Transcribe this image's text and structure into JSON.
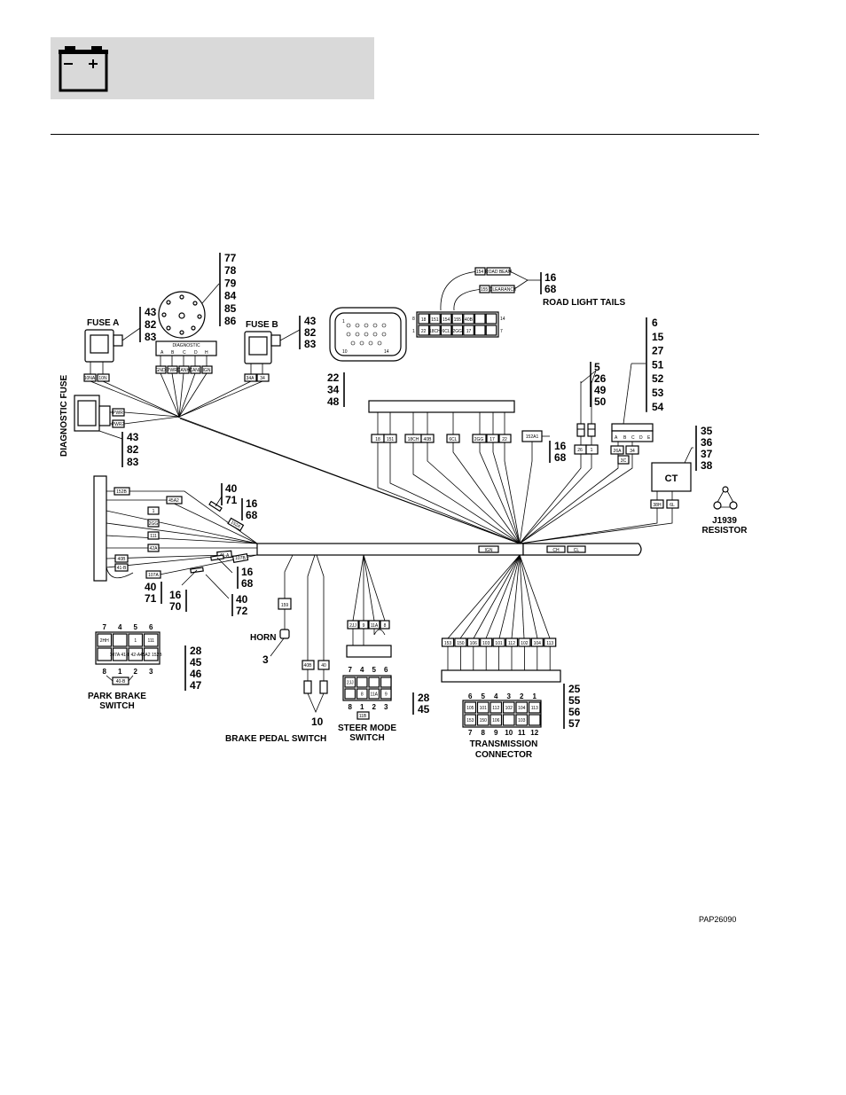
{
  "callouts": {
    "diag_conn": [
      "77",
      "78",
      "79",
      "84",
      "85",
      "86"
    ],
    "fuse_a": [
      "43",
      "82",
      "83"
    ],
    "fuse_b": [
      "43",
      "82",
      "83"
    ],
    "diag_fuse": [
      "43",
      "82",
      "83"
    ],
    "deutsch": [
      "22",
      "34",
      "48"
    ],
    "road_light": [
      "16",
      "68"
    ],
    "conn_5": [
      "5",
      "26",
      "49",
      "50"
    ],
    "conn_6": [
      "6",
      "15",
      "27",
      "51",
      "52",
      "53",
      "54"
    ],
    "conn_16a": [
      "16",
      "68"
    ],
    "ct": [
      "35",
      "36",
      "37",
      "38"
    ],
    "c40a": [
      "40",
      "71"
    ],
    "c16b": [
      "16",
      "68"
    ],
    "c16c": [
      "16",
      "68"
    ],
    "c40b": [
      "40",
      "71"
    ],
    "c16d": [
      "16",
      "70"
    ],
    "c40c": [
      "40",
      "72"
    ],
    "park": [
      "28",
      "45",
      "46",
      "47"
    ],
    "horn_num": "3",
    "brake_num": "10",
    "steer": [
      "28",
      "45"
    ],
    "trans": [
      "25",
      "55",
      "56",
      "57"
    ]
  },
  "labels": {
    "fuse_a": "FUSE A",
    "fuse_b": "FUSE B",
    "diagnostic_fuse": "DIAGNOSTIC FUSE",
    "diagnostic": "DIAGNOSTIC",
    "road_light_tails": "ROAD LIGHT TAILS",
    "ct": "CT",
    "j1939": "J1939",
    "resistor": "RESISTOR",
    "horn": "HORN",
    "park_brake_1": "PARK BRAKE",
    "park_brake_2": "SWITCH",
    "brake_pedal": "BRAKE PEDAL SWITCH",
    "steer_mode_1": "STEER MODE",
    "steer_mode_2": "SWITCH",
    "trans_1": "TRANSMISSION",
    "trans_2": "CONNECTOR",
    "figure_id": "PAP26090",
    "ign": "IGN",
    "ch": "CH",
    "cl": "CL"
  },
  "wire_tags": {
    "deutsch_row": [
      "18",
      "151",
      "18CH",
      "40B",
      "6CL",
      "2GG",
      "17",
      "22"
    ],
    "tag_152a1": "152A1",
    "conn5_tags": [
      "26",
      "1"
    ],
    "conn6_tags": [
      "26A",
      "34",
      "3C"
    ],
    "conn6_pins": [
      "A",
      "B",
      "C",
      "D",
      "E"
    ],
    "ct_tags": [
      "38H",
      "6L"
    ],
    "left_tags": [
      "152B",
      "45A2",
      "1",
      "2GG",
      "111",
      "42A",
      "40B",
      "41-B",
      "107A",
      "41-A",
      "152A",
      "107B"
    ],
    "fuse_a_tags": [
      "10NA",
      "10N"
    ],
    "fuse_b_tags": [
      "34A",
      "34"
    ],
    "diag_pins": [
      "A",
      "B",
      "C",
      "D",
      "H"
    ],
    "diag_tags": [
      "GND",
      "PWR",
      "CANH",
      "CANL",
      "IGN"
    ],
    "diag_fuse_tags": [
      "PWR",
      "PWR2"
    ],
    "road_tags": [
      "154",
      "155"
    ],
    "road_tag_text": [
      "ROAD BEAM",
      "CLEARANCE"
    ],
    "road_top": [
      "18",
      "151",
      "154",
      "155",
      "40B",
      "",
      "",
      "14"
    ],
    "road_bottom": [
      "22",
      "18CH",
      "6CL",
      "2GG",
      "17",
      "",
      "",
      "7"
    ],
    "road_row_ends": [
      "8",
      "1"
    ],
    "horn_tag": "159",
    "brake_tags": [
      "40B",
      "40"
    ],
    "steer_tags": [
      "2JJ",
      "9",
      "11A",
      "8"
    ],
    "trans_tags": [
      "153",
      "150",
      "106",
      "103",
      "101",
      "112",
      "102",
      "104",
      "113"
    ]
  },
  "park_brake": {
    "top_pins": [
      "7",
      "4",
      "5",
      "6"
    ],
    "bottom_pins": [
      "8",
      "1",
      "2",
      "3"
    ],
    "cells_top": [
      "2HH",
      "",
      "1",
      "111"
    ],
    "cells_bottom": [
      "",
      "107A 41-B",
      "42-A",
      "45A2 152B"
    ],
    "jumper": "40-B"
  },
  "steer_mode": {
    "top_pins": [
      "7",
      "4",
      "5",
      "6"
    ],
    "bottom_pins": [
      "8",
      "1",
      "2",
      "3"
    ],
    "cells_top": [
      "2JJ",
      "",
      "",
      ""
    ],
    "cells_bottom": [
      "",
      "8",
      "11A",
      "9"
    ],
    "jumper": "11B"
  },
  "transmission": {
    "top_pins": [
      "6",
      "5",
      "4",
      "3",
      "2",
      "1"
    ],
    "bottom_pins": [
      "7",
      "8",
      "9",
      "10",
      "11",
      "12"
    ],
    "cells_top": [
      "105",
      "101",
      "112",
      "102",
      "104",
      "113"
    ],
    "cells_bottom": [
      "153",
      "150",
      "106",
      "",
      "103",
      ""
    ]
  },
  "deutsch_pins": [
    "1",
    "10",
    "14"
  ]
}
